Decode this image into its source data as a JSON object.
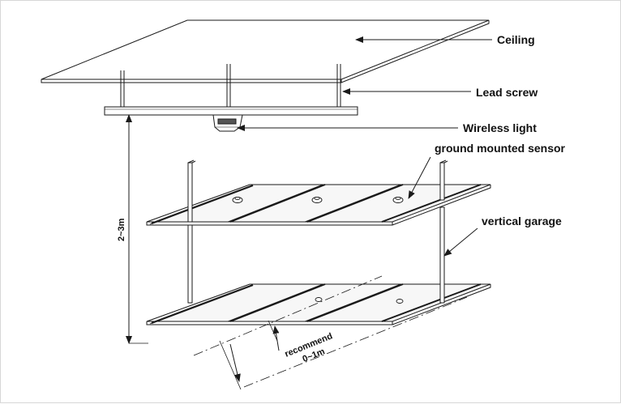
{
  "labels": {
    "ceiling": "Ceiling",
    "lead_screw": "Lead screw",
    "wireless_light": "Wireless light",
    "ground_sensor": "ground mounted sensor",
    "vertical_garage": "vertical garage"
  },
  "dimensions": {
    "height_range": "2~3m",
    "recommend_line1": "recommend",
    "recommend_line2": "0~1m"
  },
  "colors": {
    "line": "#1a1a1a",
    "fill_light": "#f4f4f4",
    "fill_mid": "#e6e6e6"
  }
}
